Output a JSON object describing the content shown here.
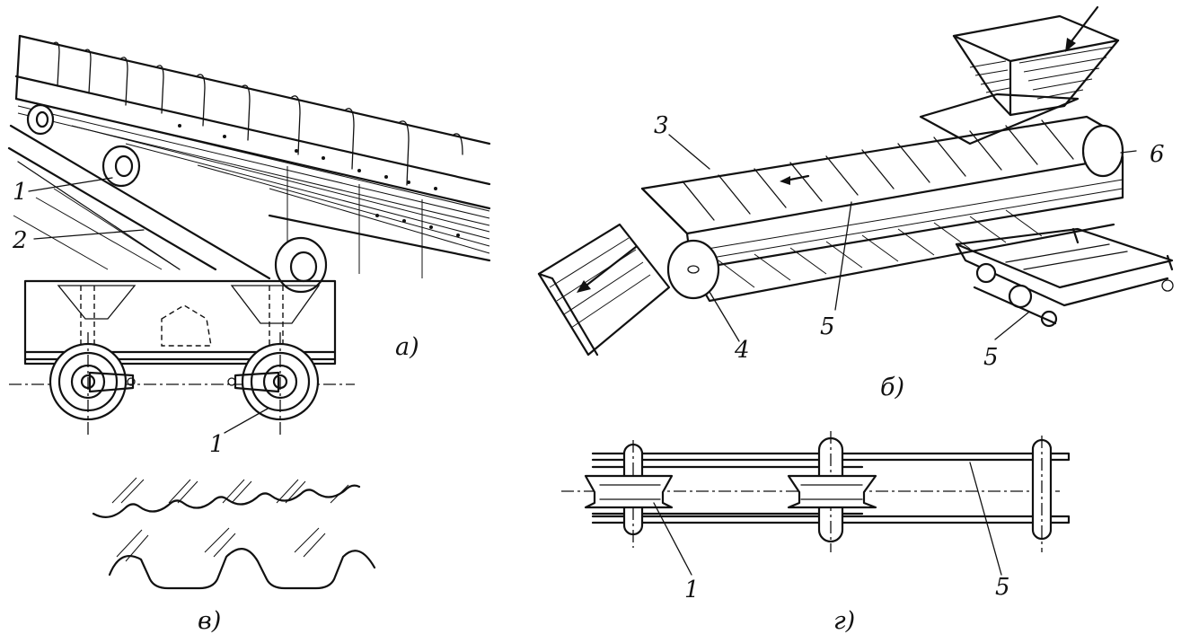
{
  "panels": {
    "a": {
      "caption": "а)",
      "labels": [
        "1",
        "2",
        "1"
      ]
    },
    "b": {
      "caption": "б)",
      "labels": [
        "3",
        "6",
        "4",
        "5",
        "5"
      ]
    },
    "v": {
      "caption": "в)"
    },
    "g": {
      "caption": "г)",
      "labels": [
        "1",
        "5"
      ]
    }
  }
}
